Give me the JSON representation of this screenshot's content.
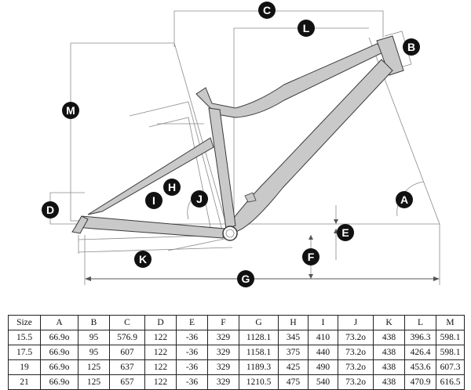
{
  "diagram": {
    "labels": {
      "a": "A",
      "b": "B",
      "c": "C",
      "d": "D",
      "e": "E",
      "f": "F",
      "g": "G",
      "h": "H",
      "i": "I",
      "j": "J",
      "k": "K",
      "l": "L",
      "m": "M"
    },
    "colors": {
      "frame_fill": "#c9c9c9",
      "frame_stroke": "#3a3a3a",
      "badge": "#111111",
      "dimension_line": "#8a8a8a"
    }
  },
  "table": {
    "headers": [
      "Size",
      "A",
      "B",
      "C",
      "D",
      "E",
      "F",
      "G",
      "H",
      "I",
      "J",
      "K",
      "L",
      "M"
    ],
    "rows": [
      [
        "15.5",
        "66.9o",
        "95",
        "576.9",
        "122",
        "-36",
        "329",
        "1128.1",
        "345",
        "410",
        "73.2o",
        "438",
        "396.3",
        "598.1"
      ],
      [
        "17.5",
        "66.9o",
        "95",
        "607",
        "122",
        "-36",
        "329",
        "1158.1",
        "375",
        "440",
        "73.2o",
        "438",
        "426.4",
        "598.1"
      ],
      [
        "19",
        "66.9o",
        "125",
        "637",
        "122",
        "-36",
        "329",
        "1189.3",
        "425",
        "490",
        "73.2o",
        "438",
        "453.6",
        "607.3"
      ],
      [
        "21",
        "66.9o",
        "125",
        "657",
        "122",
        "-36",
        "329",
        "1210.5",
        "475",
        "540",
        "73.2o",
        "438",
        "470.9",
        "616.5"
      ]
    ]
  }
}
